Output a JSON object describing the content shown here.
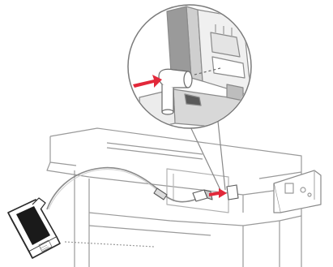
{
  "figure": {
    "colors": {
      "line": "#8a8a8a",
      "dark_line": "#3a3a3a",
      "fill": "#ffffff",
      "shadow": "#d9d9d9",
      "accent": "#e2283a",
      "adapter_face": "#1a1a1a"
    },
    "parts": {
      "power_adapter": "ac-adapter-icon",
      "cable": "power-cable",
      "connector": "power-connector",
      "callout_zoom": "magnifier-callout",
      "printer": "printer-base-outline",
      "control_panel": "printer-control-panel",
      "arrow": "insert-arrow"
    }
  }
}
